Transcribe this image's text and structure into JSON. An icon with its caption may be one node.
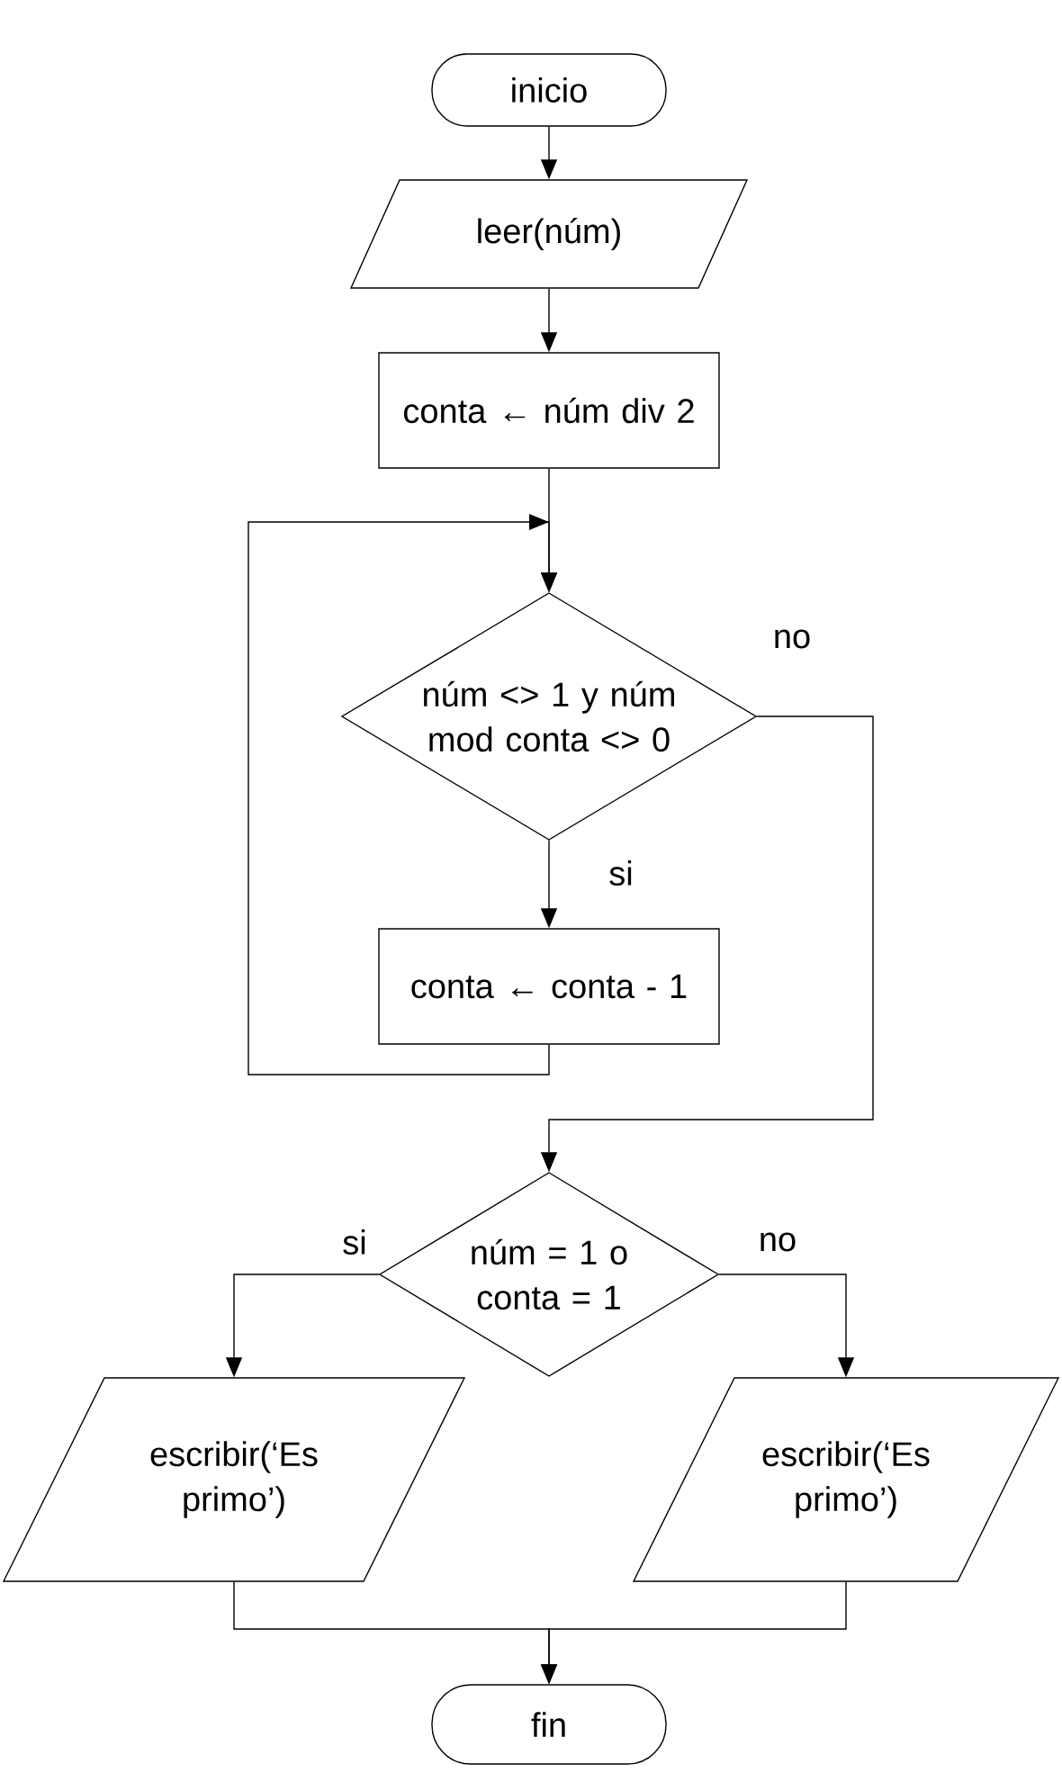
{
  "diagram": {
    "nodes": [
      {
        "text": [
          "inicio"
        ]
      },
      {
        "text": [
          "leer(núm)"
        ]
      },
      {
        "text": [
          "conta ← núm div 2"
        ]
      },
      {
        "text": [
          "núm <> 1 y núm mod conta <> 0"
        ]
      },
      {
        "text": [
          "conta ← conta - 1"
        ]
      },
      {
        "text": [
          "núm = 1 o conta = 1"
        ]
      },
      {
        "text": [
          "escribir(‘Es primo’)"
        ]
      },
      {
        "text": [
          "escribir(‘Es primo’)"
        ]
      },
      {
        "text": [
          "fin"
        ]
      }
    ],
    "edges": [
      {
        "from": 0,
        "to": 1,
        "arrow": "to"
      },
      {
        "from": 1,
        "to": 2,
        "arrow": "to"
      },
      {
        "from": 2,
        "to": 3,
        "arrow": "to"
      },
      {
        "from": 4,
        "to": 3,
        "arrow": "to"
      },
      {
        "from": 3,
        "to": 4,
        "arrow": "to",
        "label": "si"
      },
      {
        "from": 3,
        "to": 5,
        "arrow": "to",
        "label": "no"
      },
      {
        "from": 5,
        "to": 6,
        "arrow": "to",
        "label": "si"
      },
      {
        "from": 5,
        "to": 7,
        "arrow": "to",
        "label": "no"
      },
      {
        "from": 6,
        "to": 8,
        "arrow": "to"
      },
      {
        "from": 7,
        "to": 8,
        "arrow": "to"
      }
    ]
  }
}
